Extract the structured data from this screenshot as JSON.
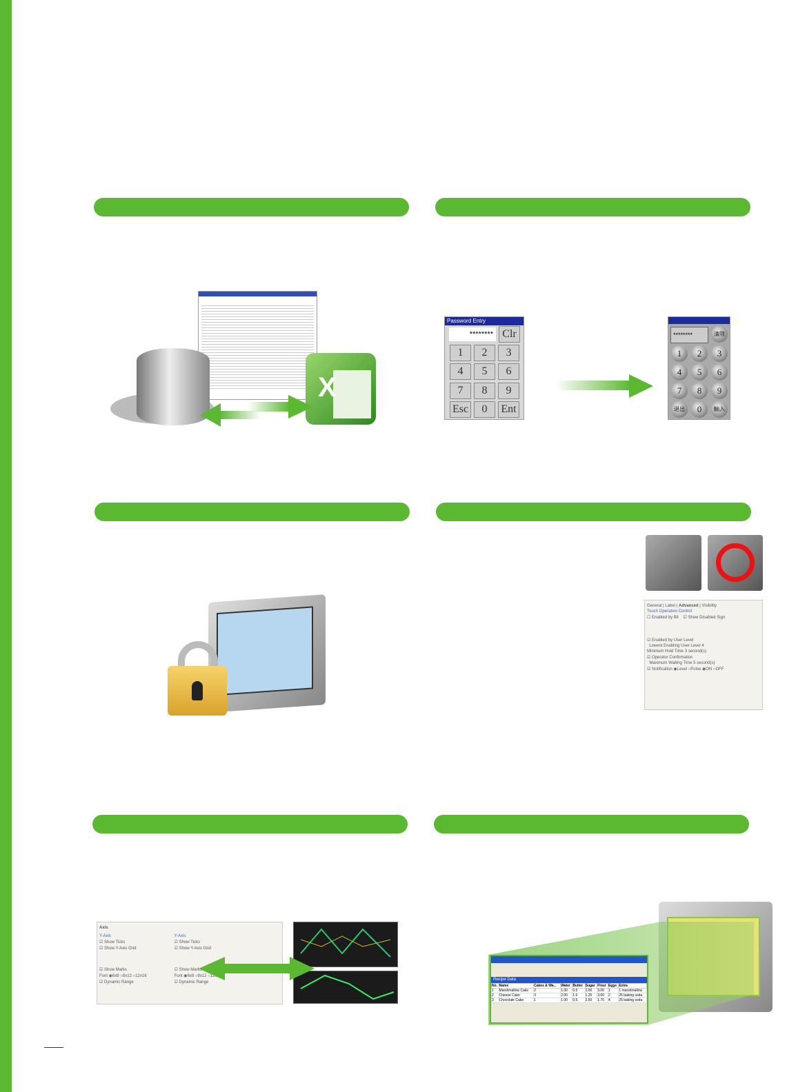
{
  "keypad_classic": {
    "title": "Password Entry",
    "display": "********",
    "keys": [
      "Clr",
      "1",
      "2",
      "3",
      "4",
      "5",
      "6",
      "7",
      "8",
      "9",
      "Esc",
      "0",
      "Ent"
    ]
  },
  "keypad_styled": {
    "display": "********",
    "keys": [
      "清除",
      "1",
      "2",
      "3",
      "4",
      "5",
      "6",
      "7",
      "8",
      "9",
      "退出",
      "0",
      "輸入"
    ]
  },
  "operation_panel": {
    "tabs": [
      "General",
      "Label",
      "Advanced",
      "Visibility"
    ],
    "group": "Touch Operation Control",
    "items": [
      "Enabled by Bit",
      "Show Disabled Sign",
      "Enabled by User Level",
      "Lowest Enabling User Level",
      "Minimum Hold Time",
      "Operator Confirmation",
      "Maximum Waiting Time",
      "Notification"
    ],
    "user_level": "4",
    "hold_time": "3",
    "wait_time": "5",
    "unit": "second(s)",
    "signal_options": [
      "Level",
      "Pulse"
    ],
    "state_options": [
      "ON",
      "OFF"
    ]
  },
  "axis_panel": {
    "tab": "Axis",
    "groups": [
      "Y-Axis",
      "Y-Axis"
    ],
    "items": [
      "Show Ticks",
      "Show Y-Axis Grid",
      "Show Marks",
      "Dynamic Range"
    ],
    "font_label": "Font",
    "font_options": [
      "6x8",
      "8x12",
      "12x16"
    ]
  },
  "recipe_window": {
    "title": "Recipe Data",
    "columns": [
      "No.",
      "Name",
      "Cakes & Wa...",
      "Water",
      "Butter",
      "Sugar",
      "Flour",
      "Eggs",
      "Extra"
    ],
    "rows": [
      [
        "1",
        "Marshmallow Cake",
        "2",
        "1.00",
        "0.5",
        "1.00",
        "3.00",
        "1",
        "1 marshmallow"
      ],
      [
        "2",
        "Cheese Cake",
        "3",
        "2.00",
        "1.5",
        "1.25",
        "3.00",
        "2",
        "25 baking soda"
      ],
      [
        "3",
        "Chocolate Cake",
        "1",
        "1.00",
        "0.5",
        "2.50",
        "1.75",
        "4",
        "25 baking soda"
      ]
    ]
  },
  "colors": {
    "accent": "#5ab831",
    "titlebar": "#1c2a9c"
  }
}
